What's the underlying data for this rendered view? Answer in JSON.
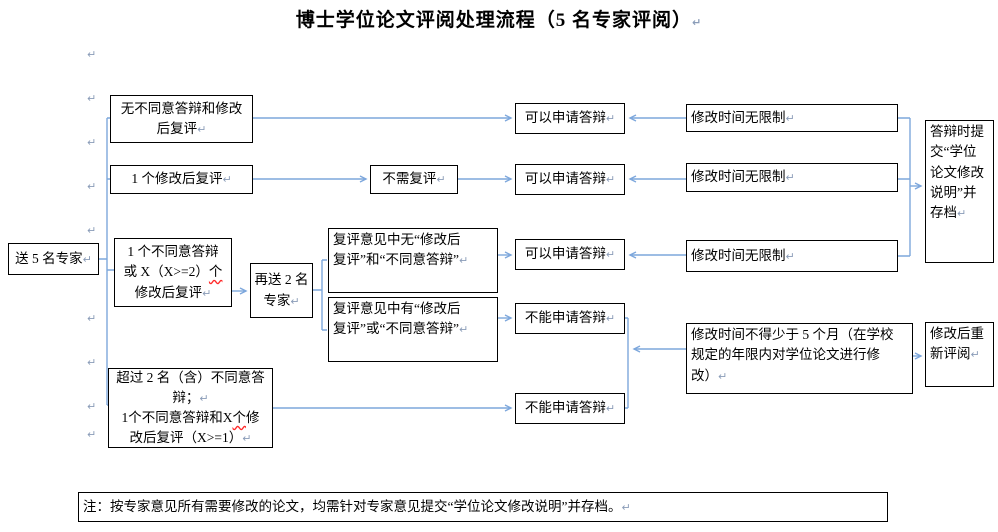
{
  "title": {
    "text": "博士学位论文评阅处理流程（5 名专家评阅）"
  },
  "glyphs": {
    "return_mark": "↵"
  },
  "colors": {
    "connector_blue": "#7da7dc",
    "spellcheck_red": "#ff2a2a",
    "box_border": "#000000",
    "return_mark_gray": "#8a9cb8"
  },
  "nodes": {
    "start": {
      "label": "送 5 名专家"
    },
    "cond_none": {
      "label": "无不同意答辩和修改\n后复评"
    },
    "cond_one_revise": {
      "label": "1 个修改后复评"
    },
    "cond_one_disagree": {
      "part1": "1 个不同意答辩\n或 X（X>=2）",
      "misspell": "个",
      "part2": "\n修改后复评"
    },
    "cond_two_disagree": {
      "part1": "超过 2 名（含）不同意答\n辩；",
      "part2": "\n1个不同意答辩和X",
      "misspell": "个",
      "part3": "修\n改后复评（X>=1）"
    },
    "resend": {
      "label": "再送 2 名\n专家"
    },
    "no_rereview": {
      "label": "不需复评"
    },
    "rereview_clear": {
      "label": "复评意见中无“修改后\n复评”和“不同意答辩”"
    },
    "rereview_flagged": {
      "label": "复评意见中有“修改后\n复评”或“不同意答辩”"
    },
    "can_defend": {
      "label": "可以申请答辩"
    },
    "cannot_defend": {
      "label": "不能申请答辩"
    },
    "unlimited_time": {
      "label": "修改时间无限制"
    },
    "min_five_months": {
      "label": "修改时间不得少于 5 个月（在学校\n规定的年限内对学位论文进行修\n改）"
    },
    "submit_archive": {
      "label": "答辩时提\n交“学位\n论文修改\n说明”并\n存档"
    },
    "revise_rereview": {
      "label": "修改后重\n新评阅"
    }
  },
  "note": {
    "text": "注：按专家意见所有需要修改的论文，均需针对专家意见提交“学位论文修改说明”并存档。"
  }
}
